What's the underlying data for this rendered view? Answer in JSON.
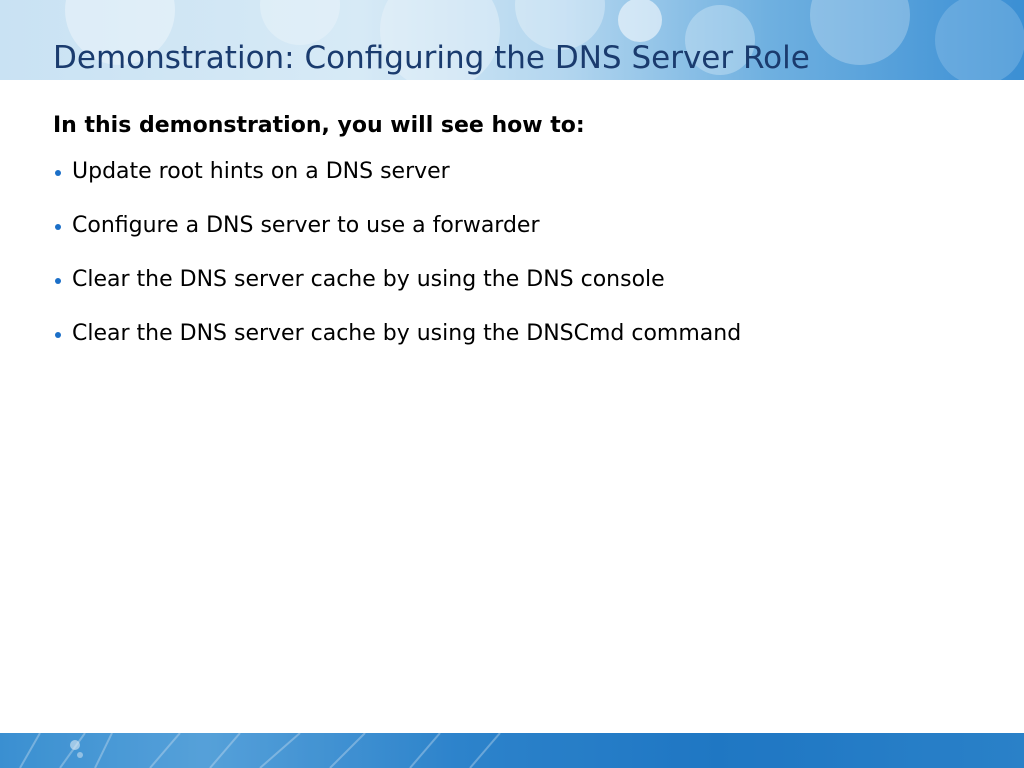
{
  "slide": {
    "title": "Demonstration: Configuring the DNS Server Role",
    "intro": "In this demonstration, you will see how to:",
    "bullets": [
      "Update root hints on a DNS server",
      "Configure a DNS server to use a forwarder",
      "Clear the DNS server cache by using the DNS console",
      "Clear the DNS server cache by using the DNSCmd command"
    ]
  },
  "colors": {
    "title": "#1a3b6e",
    "bullet": "#1b6fc8",
    "banner_blue": "#2f86cf"
  }
}
